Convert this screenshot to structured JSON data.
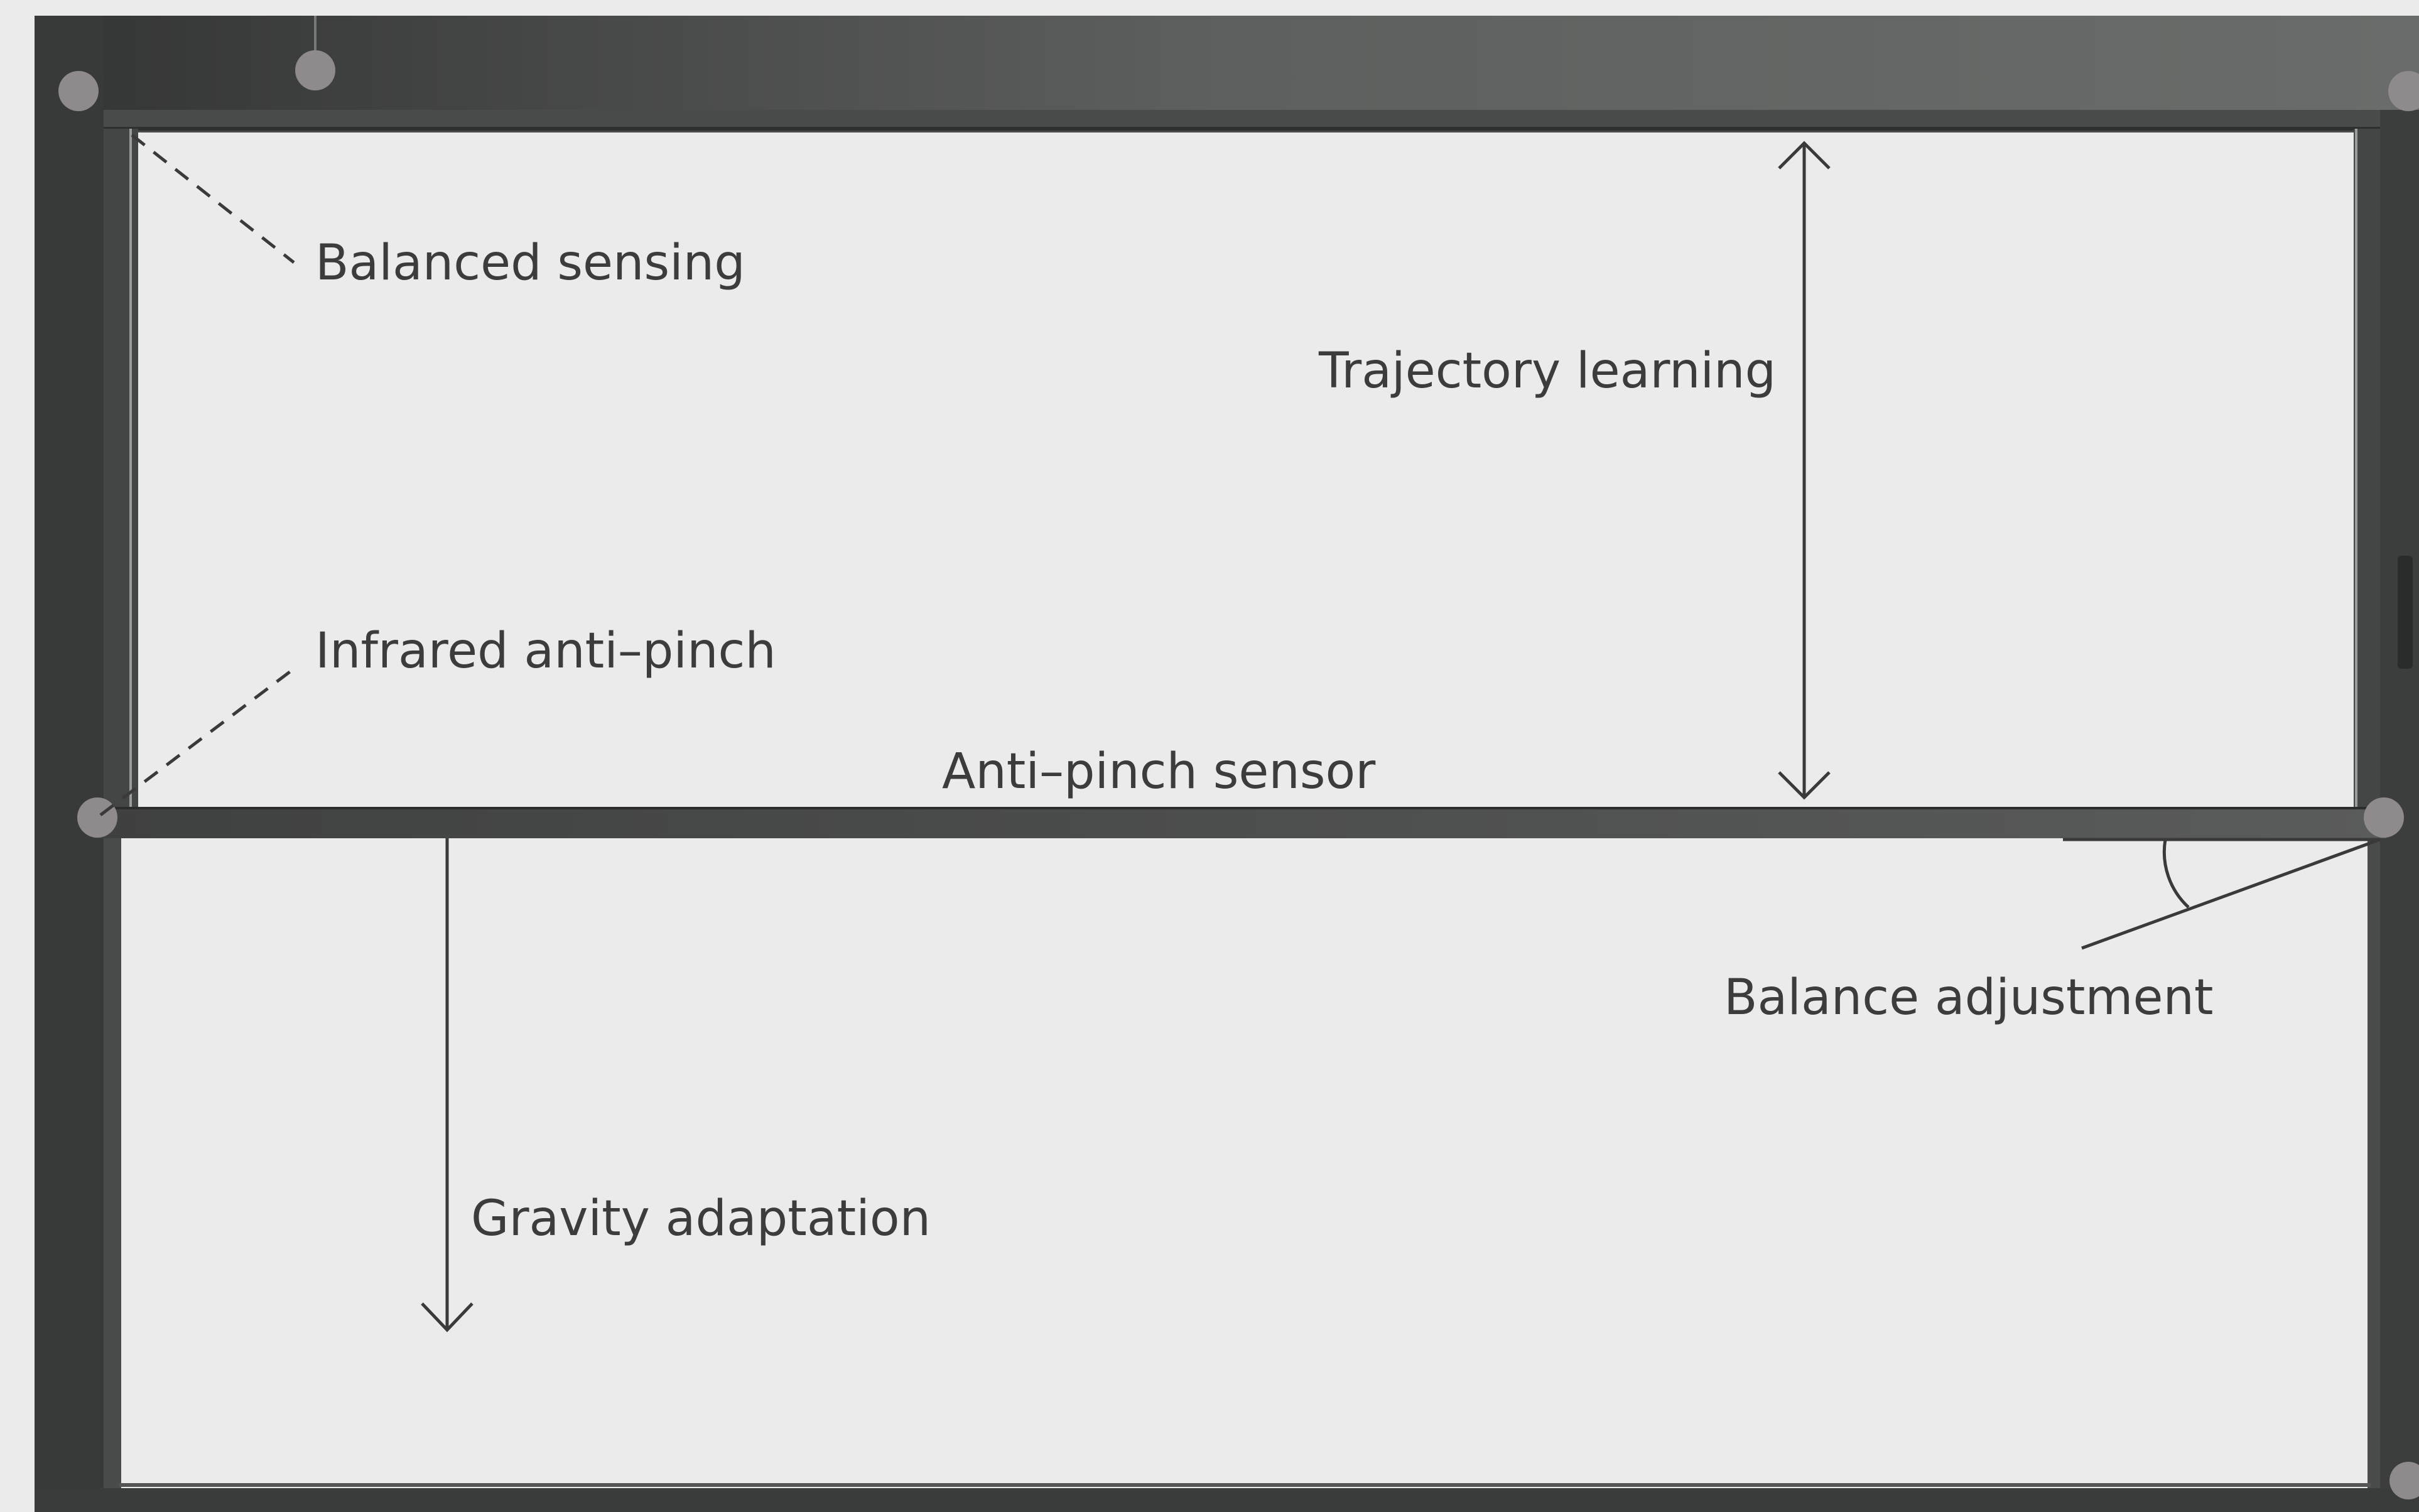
{
  "labels": {
    "balanced_sensing": "Balanced sensing",
    "trajectory_learning": "Trajectory learning",
    "infrared_anti_pinch": "Infrared anti–pinch",
    "anti_pinch_sensor": "Anti–pinch sensor",
    "balance_adjustment": "Balance adjustment",
    "gravity_adaptation": "Gravity adaptation"
  },
  "colors": {
    "background": "#ececec",
    "frame": "#3a3b3b",
    "frame_highlight": "#5c5e5d",
    "panel": "#ebebeb",
    "line": "#3a3a3a",
    "text": "#3c3c3c",
    "joint": "#8f8a8c"
  }
}
